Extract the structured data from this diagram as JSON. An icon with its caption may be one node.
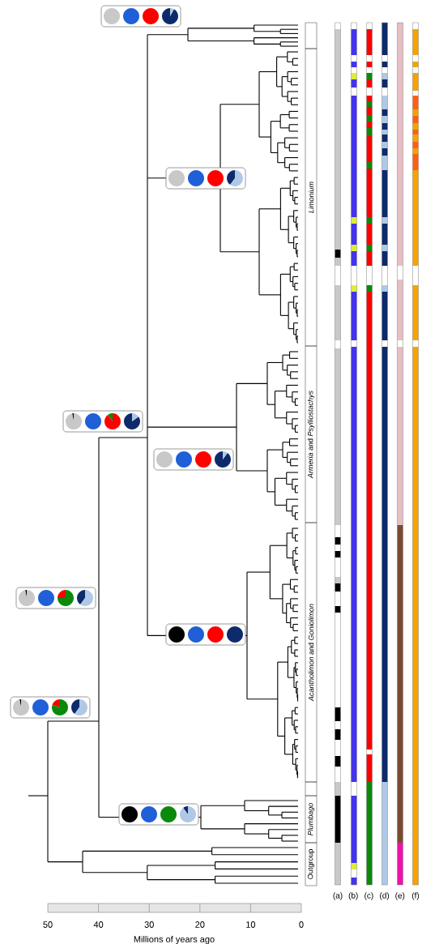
{
  "diagram": {
    "nodes": [
      {
        "text": [],
        "shape": "box"
      },
      {
        "text": [
          "Limonium"
        ]
      },
      {
        "text": [
          "*Armeria* and *Psylliostachys*"
        ]
      },
      {
        "text": [
          "*Acantholimon* and *Goniolimon*"
        ]
      },
      {
        "text": [],
        "shape": "box"
      },
      {
        "text": [
          "Plumbago"
        ]
      },
      {
        "text": [
          "Outgroup"
        ]
      }
    ],
    "labels": [
      "(a)",
      "(b)",
      "(c)",
      "(d)",
      "(e)",
      "(f)",
      "50",
      "40",
      "30",
      "20",
      "10",
      "0",
      "Millions of years ago"
    ]
  }
}
